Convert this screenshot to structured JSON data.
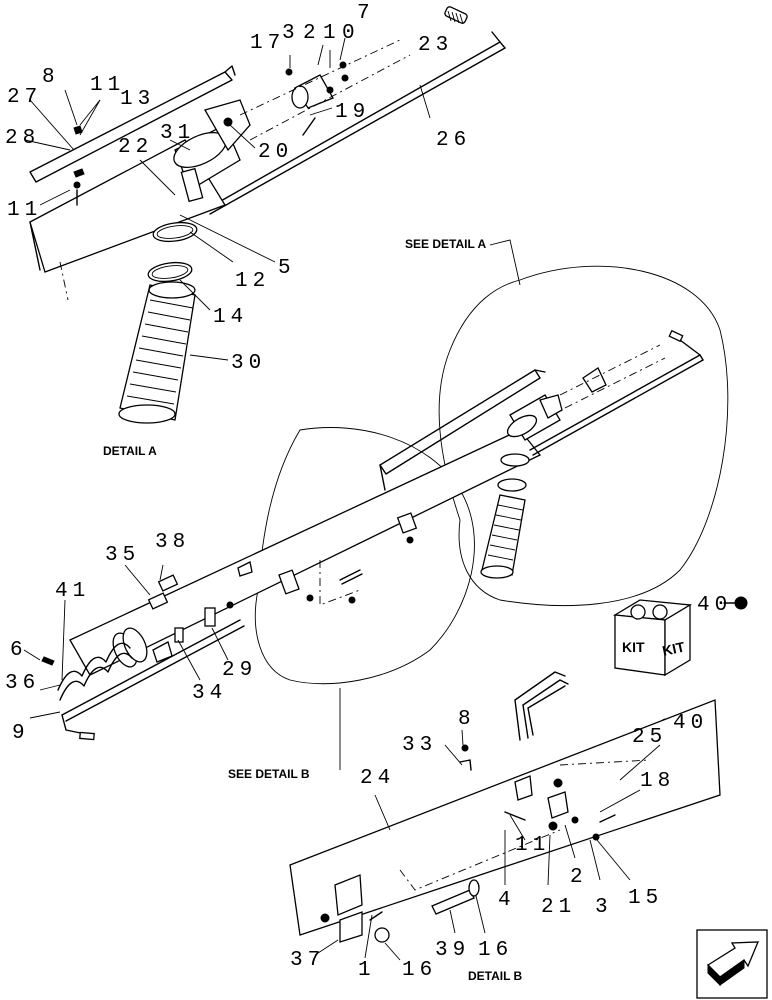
{
  "captions": {
    "detail_a": "DETAIL A",
    "detail_b": "DETAIL B",
    "see_detail_a": "SEE DETAIL A",
    "see_detail_b": "SEE DETAIL B"
  },
  "kit": {
    "label_left": "KIT",
    "label_right": "KIT"
  },
  "callouts": {
    "c7": "7",
    "c17": "17",
    "c3a": "3",
    "c2a": "2",
    "c1a": "1",
    "c0": "0",
    "c23": "23",
    "c8a": "8",
    "c11a": "11",
    "c27": "27",
    "c13": "13",
    "c19": "19",
    "c31": "31",
    "c28": "28",
    "c22": "22",
    "c20": "20",
    "c26": "26",
    "c11b": "11",
    "c5": "5",
    "c12": "12",
    "c14": "14",
    "c30": "30",
    "c35": "35",
    "c38": "38",
    "c41": "41",
    "c6": "6",
    "c36": "36",
    "c9": "9",
    "c29": "29",
    "c34": "34",
    "c40a": "40",
    "c8b": "8",
    "c33": "33",
    "c25": "25",
    "c40b": "40",
    "c18": "18",
    "c24": "24",
    "c11c": "11",
    "c2b": "2",
    "c4": "4",
    "c21": "21",
    "c3b": "3",
    "c15": "15",
    "c37": "37",
    "c1b": "1",
    "c16a": "16",
    "c39": "39",
    "c16b": "16"
  },
  "icons": [
    "kit-box-icon",
    "next-arrow-icon"
  ]
}
